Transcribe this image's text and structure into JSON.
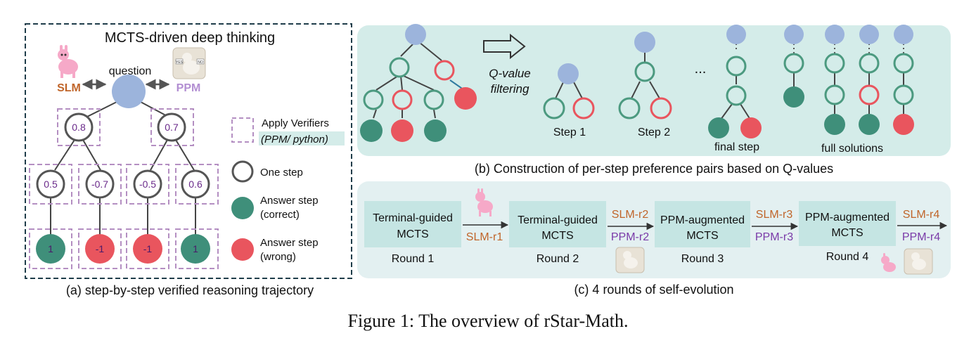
{
  "panel_a": {
    "title": "MCTS-driven deep thinking",
    "question_label": "question",
    "slm_label": "SLM",
    "ppm_label": "PPM",
    "ppm_sign_yes": "YES",
    "ppm_sign_no": "NO",
    "level1_q": [
      "0.8",
      "0.7"
    ],
    "level2_q": [
      "0.5",
      "-0.7",
      "-0.5",
      "0.6"
    ],
    "leaf_q": [
      "1",
      "-1",
      "-1",
      "1"
    ],
    "leaf_status": [
      "correct",
      "wrong",
      "wrong",
      "correct"
    ],
    "legend": {
      "verifier_line1": "Apply Verifiers",
      "verifier_line2": "(PPM/ python)",
      "one_step": "One step",
      "answer_correct_1": "Answer step",
      "answer_correct_2": "(correct)",
      "answer_wrong_1": "Answer step",
      "answer_wrong_2": "(wrong)"
    },
    "caption": "(a) step-by-step verified reasoning trajectory"
  },
  "panel_b": {
    "filter_1": "Q-value",
    "filter_2": "filtering",
    "dots": "...",
    "step1": "Step 1",
    "step2": "Step 2",
    "final_step": "final step",
    "full_solutions": "full solutions",
    "caption": "(b) Construction of per-step preference pairs based on Q-values"
  },
  "panel_c": {
    "rounds": [
      {
        "box_1": "Terminal-guided",
        "box_2": "MCTS",
        "label": "Round 1"
      },
      {
        "box_1": "Terminal-guided",
        "box_2": "MCTS",
        "label": "Round 2"
      },
      {
        "box_1": "PPM-augmented",
        "box_2": "MCTS",
        "label": "Round 3"
      },
      {
        "box_1": "PPM-augmented",
        "box_2": "MCTS",
        "label": "Round 4"
      }
    ],
    "transitions": [
      {
        "slm": "SLM-r1",
        "ppm": ""
      },
      {
        "slm": "SLM-r2",
        "ppm": "PPM-r2"
      },
      {
        "slm": "SLM-r3",
        "ppm": "PPM-r3"
      },
      {
        "slm": "SLM-r4",
        "ppm": "PPM-r4"
      }
    ],
    "caption": "(c) 4 rounds of self-evolution"
  },
  "figure_caption": "Figure 1: The overview of rStar-Math.",
  "colors": {
    "blue_node": "#9cb4dc",
    "green_node": "#3f8f7a",
    "red_node": "#e9555e",
    "node_outline_green": "#4c9a80",
    "node_outline_red": "#e9555e",
    "panel_bg": "#d4ece9",
    "panel_c_bg": "#e3f0f1",
    "round_box": "#c5e5e3",
    "slm_text": "#c0652a",
    "ppm_text": "#7a3aa8",
    "verifier_dash": "#b48fc2",
    "q_text": "#6a2a8a"
  }
}
